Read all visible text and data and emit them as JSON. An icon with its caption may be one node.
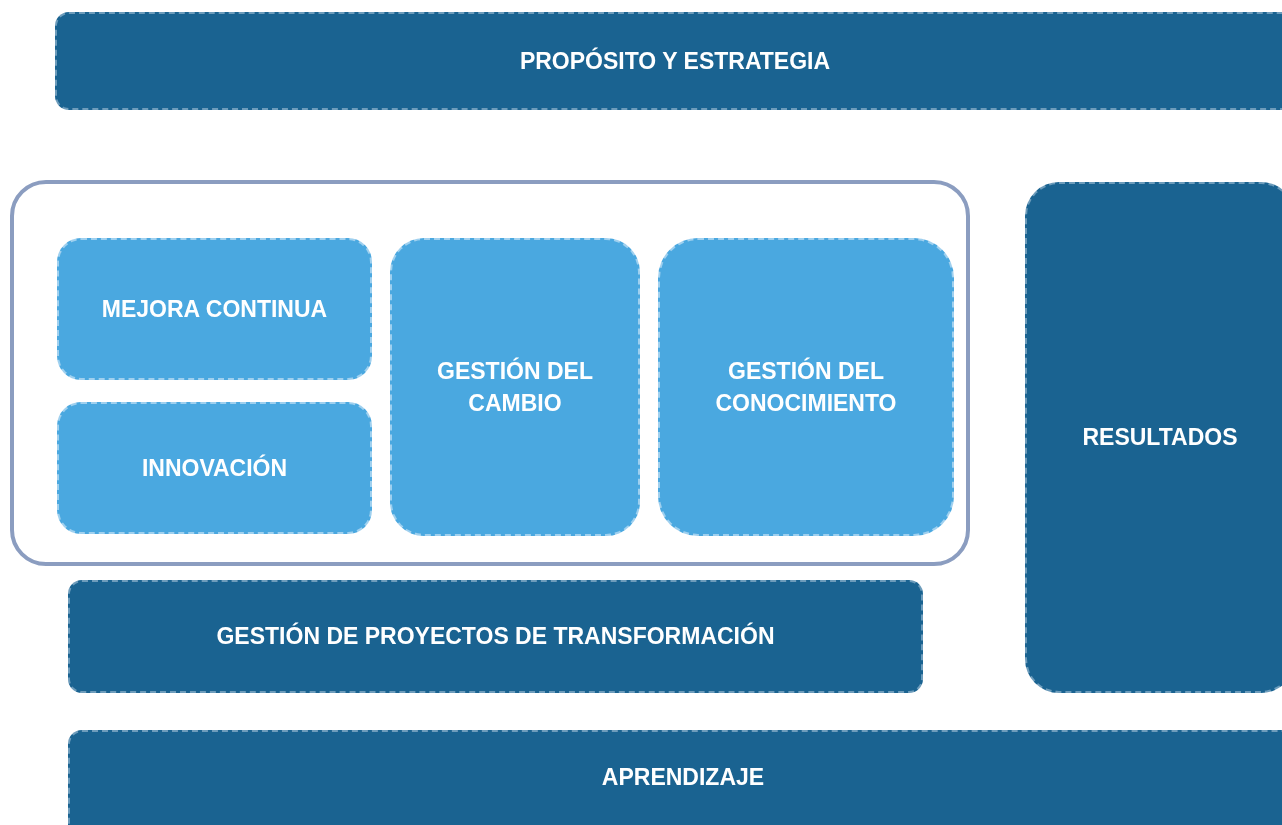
{
  "diagram": {
    "nodes": [
      {
        "text": [
          "PROPÓSITO Y ESTRATEGIA"
        ]
      },
      {
        "text": [],
        "shape": "box"
      },
      {
        "text": [
          "MEJORA CONTINUA"
        ],
        "in": 1
      },
      {
        "text": [
          "INNOVACIÓN"
        ],
        "in": 1
      },
      {
        "text": [
          "GESTIÓN DEL CAMBIO"
        ],
        "in": 1
      },
      {
        "text": [
          "GESTIÓN DEL CONOCIMIENTO"
        ],
        "in": 1
      },
      {
        "text": [
          "RESULTADOS"
        ]
      },
      {
        "text": [
          "GESTIÓN DE PROYECTOS DE TRANSFORMACIÓN"
        ]
      },
      {
        "text": [
          "APRENDIZAJE"
        ]
      }
    ]
  }
}
